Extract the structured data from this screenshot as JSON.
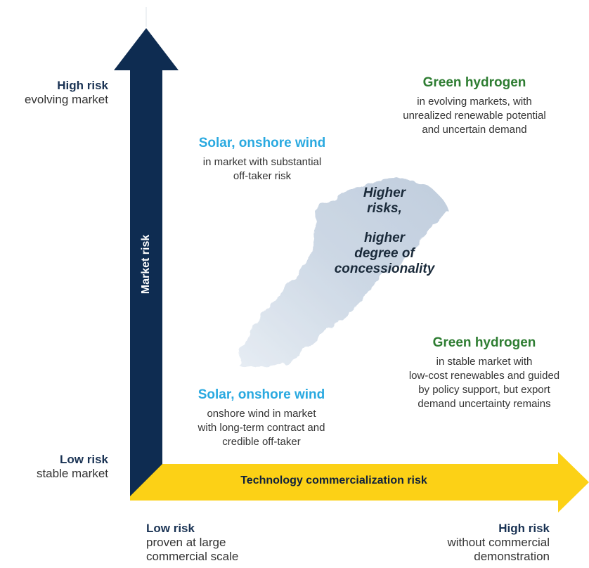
{
  "axes": {
    "y_title": "Market risk",
    "x_title": "Technology commercialization risk",
    "y_high": {
      "level": "High risk",
      "desc": "evolving market"
    },
    "y_low": {
      "level": "Low risk",
      "desc": "stable market"
    },
    "x_low": {
      "level": "Low risk",
      "desc_line1": "proven at large",
      "desc_line2": "commercial scale"
    },
    "x_high": {
      "level": "High risk",
      "desc_line1": "without commercial",
      "desc_line2": "demonstration"
    }
  },
  "quadrants": {
    "top_right": {
      "title": "Green hydrogen",
      "lines": [
        "in evolving markets, with",
        "unrealized renewable potential",
        "and uncertain demand"
      ]
    },
    "top_left": {
      "title": "Solar, onshore wind",
      "lines": [
        "in market with substantial",
        "off-taker risk"
      ]
    },
    "bottom_right": {
      "title": "Green hydrogen",
      "lines": [
        "in stable market with",
        "low-cost renewables and guided",
        "by policy support, but export",
        "demand uncertainty remains"
      ]
    },
    "bottom_left": {
      "title": "Solar, onshore wind",
      "lines": [
        "onshore wind in market",
        "with long-term contract and",
        "credible off-taker"
      ]
    }
  },
  "center": {
    "line1": "Higher",
    "line2": "risks,",
    "line3": "higher",
    "line4": "degree of",
    "line5": "concessionality"
  },
  "colors": {
    "navy": "#0e2c51",
    "yellow": "#fcd116",
    "green": "#2e7d32",
    "light_blue": "#29a9e0",
    "brush": "#c7d4e3"
  }
}
